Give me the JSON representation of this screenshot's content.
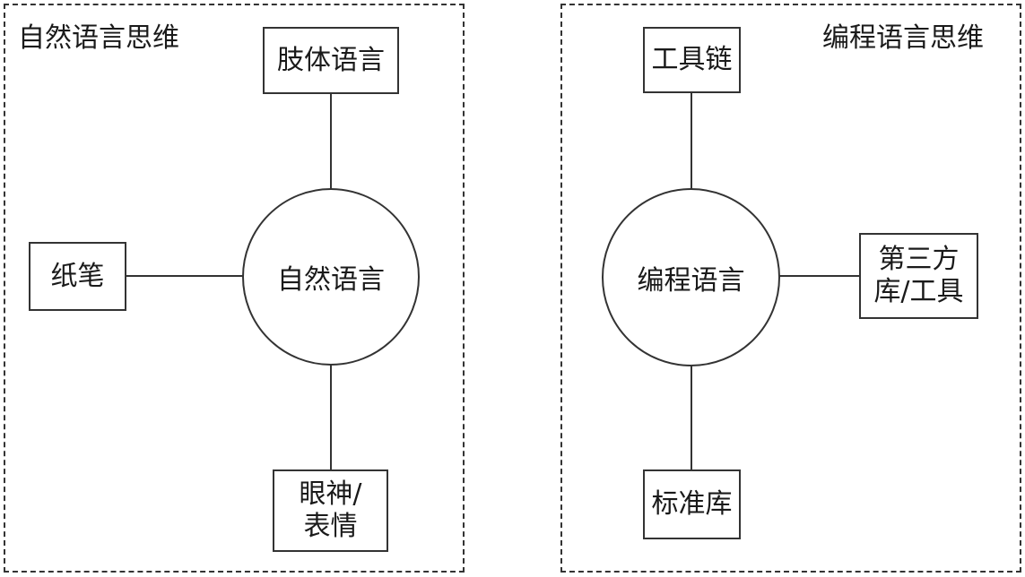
{
  "left_panel": {
    "title": "自然语言思维",
    "center": "自然语言",
    "top": "肢体语言",
    "left": "纸笔",
    "bottom_line1": "眼神/",
    "bottom_line2": "表情"
  },
  "right_panel": {
    "title": "编程语言思维",
    "center": "编程语言",
    "top": "工具链",
    "right_line1": "第三方",
    "right_line2": "库/工具",
    "bottom": "标准库"
  }
}
